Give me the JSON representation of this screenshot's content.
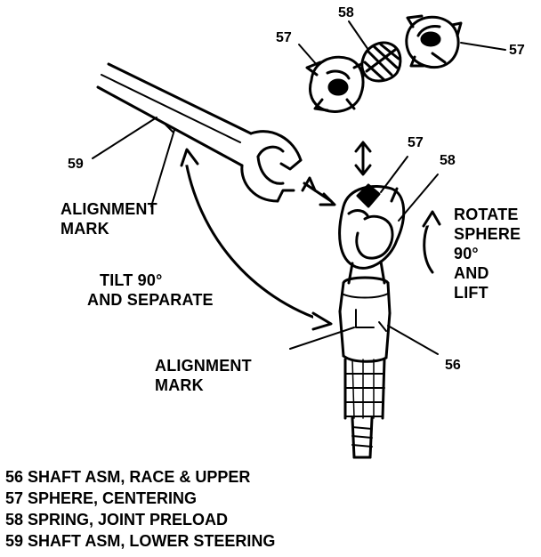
{
  "callouts": {
    "c57_top_left": "57",
    "c58_top": "58",
    "c57_top_right": "57",
    "c59": "59",
    "c57_mid": "57",
    "c58_mid": "58",
    "c56": "56"
  },
  "labels": {
    "alignment_mark_upper": [
      "ALIGNMENT",
      "MARK"
    ],
    "tilt": [
      "TILT 90°",
      "AND SEPARATE"
    ],
    "rotate": [
      "ROTATE",
      "SPHERE",
      "90°",
      "AND",
      "LIFT"
    ],
    "alignment_mark_lower": [
      "ALIGNMENT",
      "MARK"
    ]
  },
  "legend": [
    "56 SHAFT ASM, RACE & UPPER",
    "57 SPHERE, CENTERING",
    "58 SPRING, JOINT PRELOAD",
    "59 SHAFT ASM, LOWER STEERING"
  ]
}
